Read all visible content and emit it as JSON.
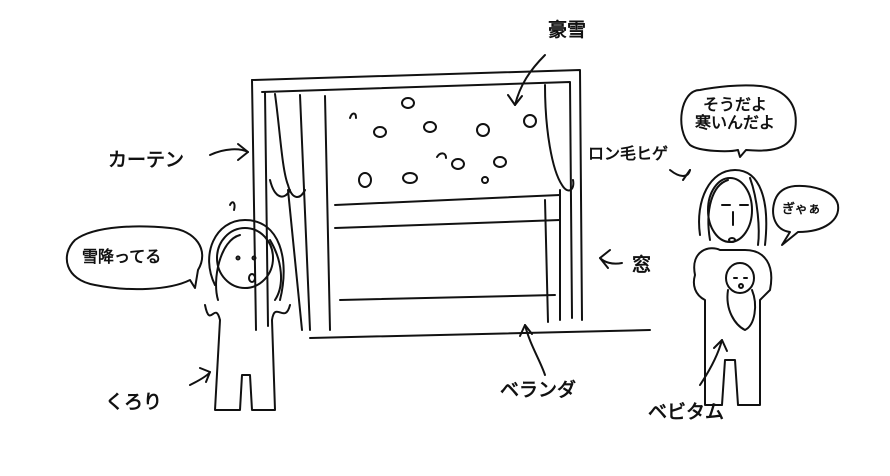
{
  "labels": {
    "heavy_snow": "豪雪",
    "curtain": "カーテン",
    "long_hair_beard": "ロン毛ヒゲ",
    "speech_man_line1": "そうだよ",
    "speech_man_line2": "寒いんだよ",
    "speech_baby": "ぎゃぁ",
    "speech_girl": "雪降ってる",
    "window": "窓",
    "kurori": "くろり",
    "veranda": "ベランダ",
    "bebitamu": "ベビタム"
  }
}
